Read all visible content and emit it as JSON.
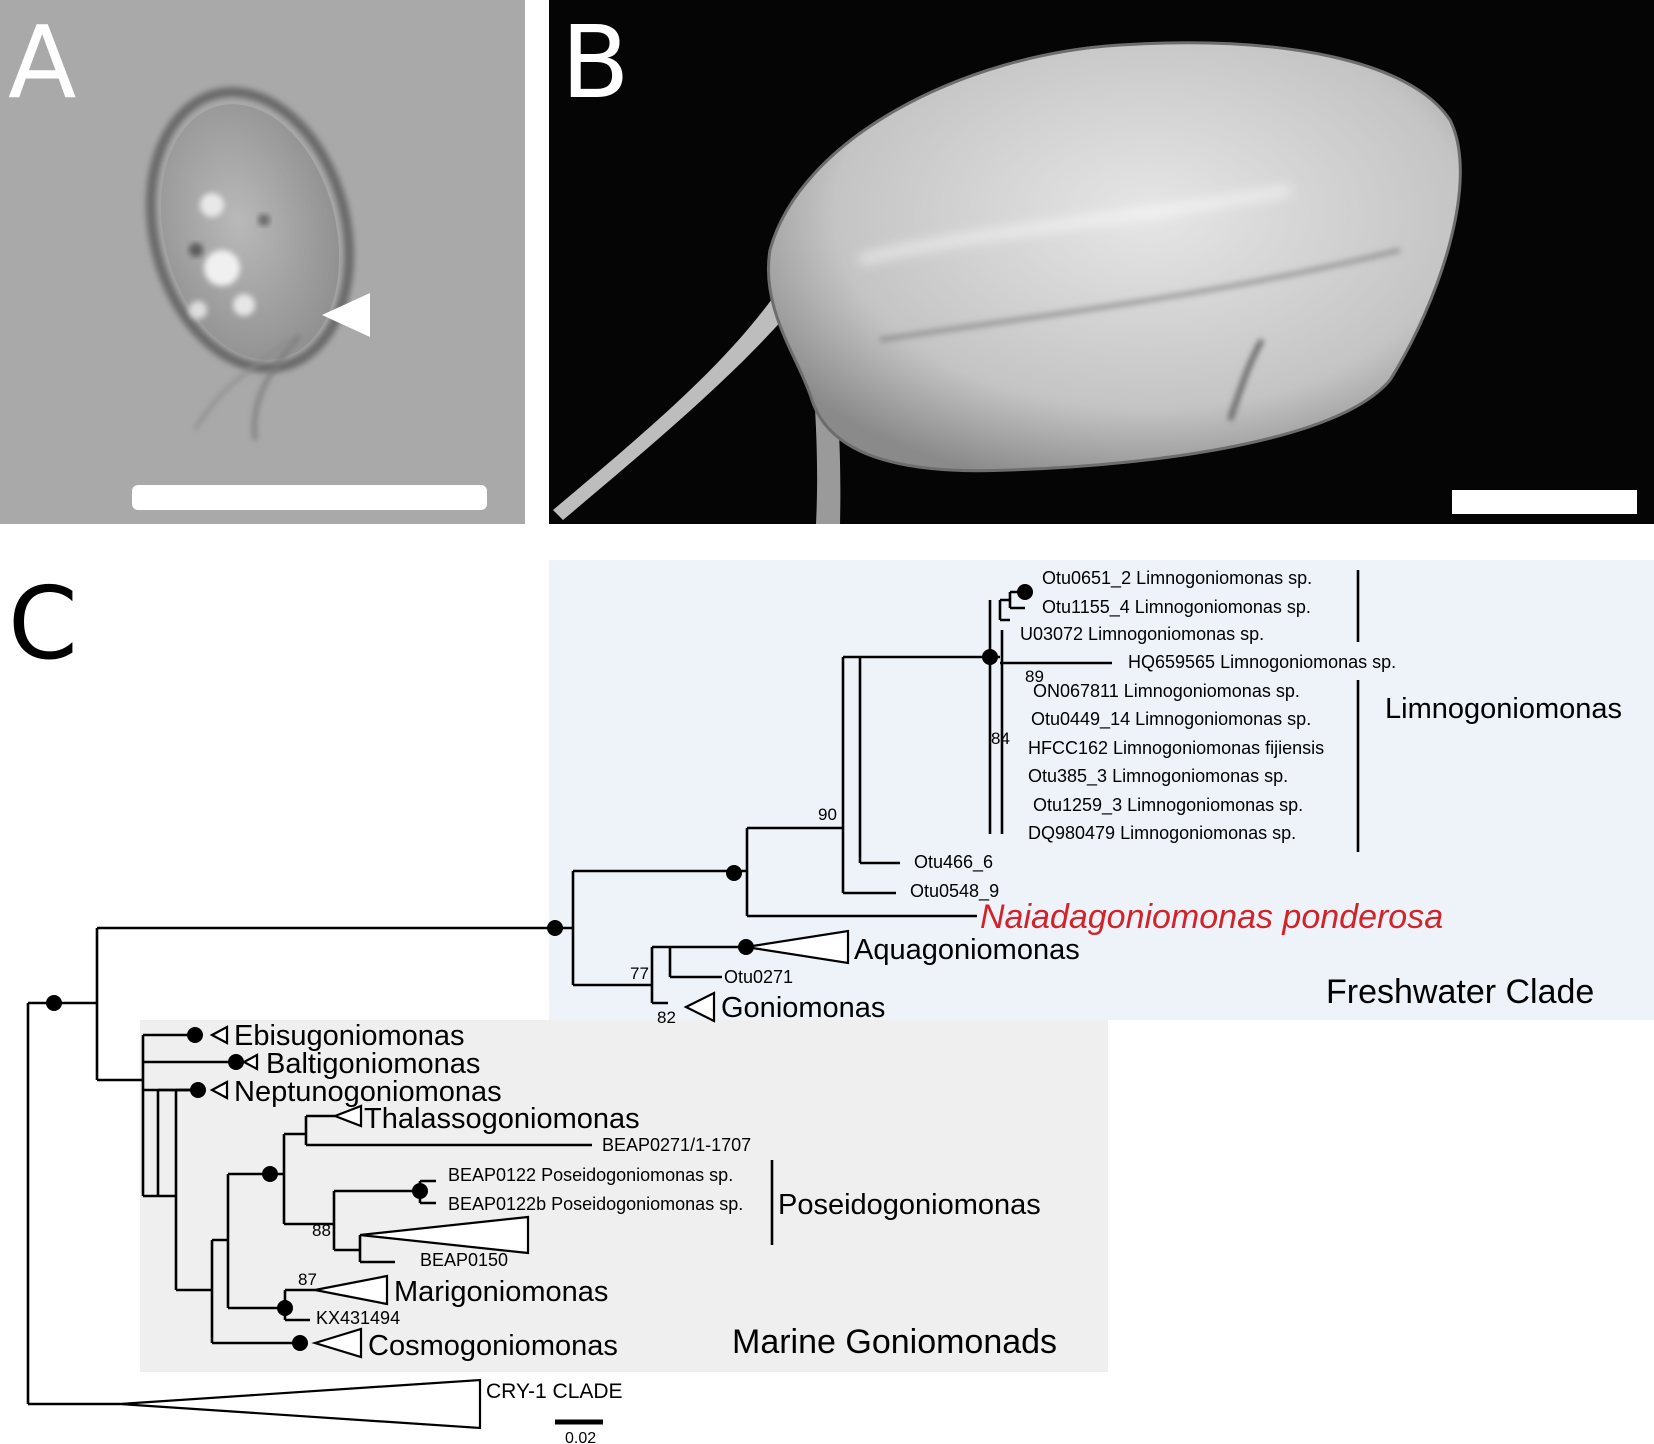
{
  "panels": {
    "a": {
      "letter": "A"
    },
    "b": {
      "letter": "B"
    },
    "c": {
      "letter": "C"
    }
  },
  "colors": {
    "freshwater_bg": "#eef3fa",
    "marine_bg": "#efefef",
    "highlight": "#d2232a",
    "micrograph_bg": "#a9a9a9",
    "sem_bg": "#050505"
  },
  "tree": {
    "taxa": {
      "otu0651": "Otu0651_2 Limnogoniomonas sp.",
      "otu1155": "Otu1155_4 Limnogoniomonas sp.",
      "u03072": "U03072 Limnogoniomonas sp.",
      "hq659565": "HQ659565 Limnogoniomonas sp.",
      "on067811": "ON067811 Limnogoniomonas sp.",
      "otu0449": "Otu0449_14 Limnogoniomonas sp.",
      "hfcc162": "HFCC162 Limnogoniomonas fijiensis",
      "otu385": "Otu385_3 Limnogoniomonas sp.",
      "otu1259": "Otu1259_3 Limnogoniomonas sp.",
      "dq980479": "DQ980479 Limnogoniomonas sp.",
      "otu466": "Otu466_6",
      "otu0548": "Otu0548_9",
      "naiada": "Naiadagoniomonas ponderosa",
      "otu0271": "Otu0271",
      "beap0271": "BEAP0271/1-1707",
      "beap0122": "BEAP0122 Poseidogoniomonas sp.",
      "beap0122b": "BEAP0122b Poseidogoniomonas sp.",
      "beap0150": "BEAP0150",
      "kx431494": "KX431494"
    },
    "collapsed": {
      "aquagoniomonas": "Aquagoniomonas",
      "goniomonas": "Goniomonas",
      "ebisugoniomonas": "Ebisugoniomonas",
      "baltigoniomonas": "Baltigoniomonas",
      "neptunogoniomonas": "Neptunogoniomonas",
      "thalassogoniomonas": "Thalassogoniomonas",
      "marigoniomonas": "Marigoniomonas",
      "cosmogoniomonas": "Cosmogoniomonas",
      "cry1": "CRY-1 CLADE"
    },
    "clades": {
      "limnogoniomonas": "Limnogoniomonas",
      "poseidogoniomonas": "Poseidogoniomonas"
    },
    "groups": {
      "freshwater": "Freshwater Clade",
      "marine": "Marine Goniomonads"
    },
    "support": {
      "s89": "89",
      "s84": "84",
      "s90": "90",
      "s77": "77",
      "s82": "82",
      "s88": "88",
      "s87": "87"
    },
    "scale_bar": "0.02"
  }
}
